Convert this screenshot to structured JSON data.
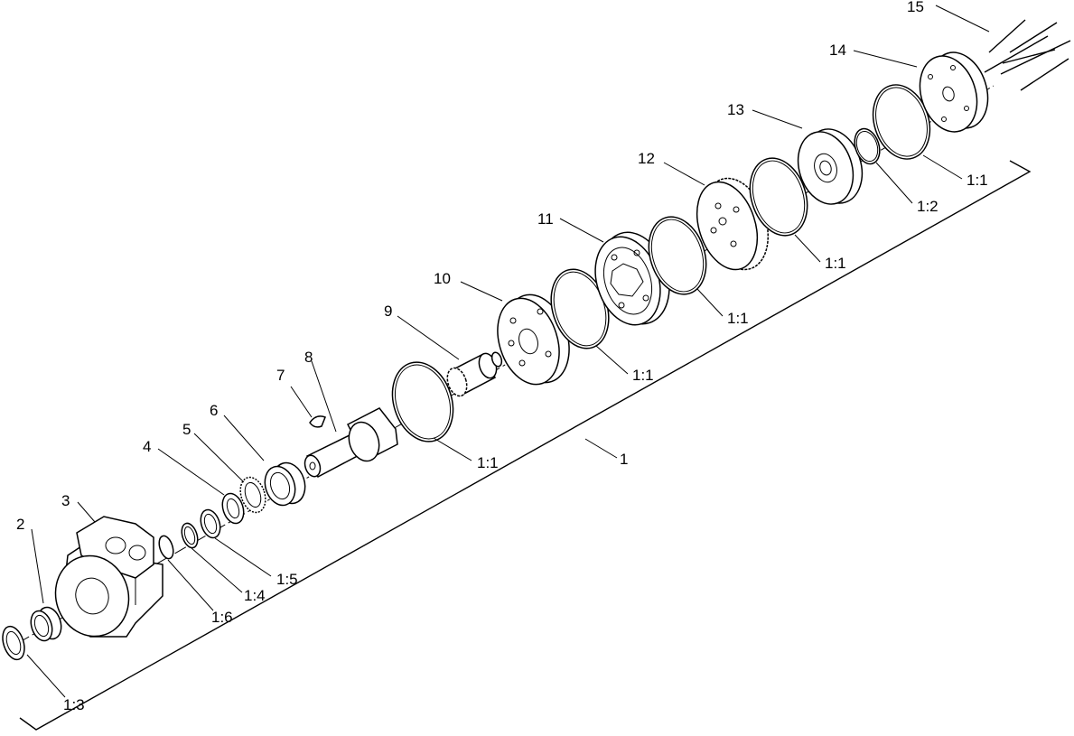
{
  "callouts": {
    "c1": "1",
    "c2": "2",
    "c3": "3",
    "c4": "4",
    "c5": "5",
    "c6": "6",
    "c7": "7",
    "c8": "8",
    "c9": "9",
    "c10": "10",
    "c11": "11",
    "c12": "12",
    "c13": "13",
    "c14": "14",
    "c15": "15",
    "s1_3": "1:3",
    "s1_6": "1:6",
    "s1_4": "1:4",
    "s1_5": "1:5",
    "s1_1a": "1:1",
    "s1_1b": "1:1",
    "s1_1c": "1:1",
    "s1_1d": "1:1",
    "s1_1e": "1:1",
    "s1_2": "1:2"
  }
}
